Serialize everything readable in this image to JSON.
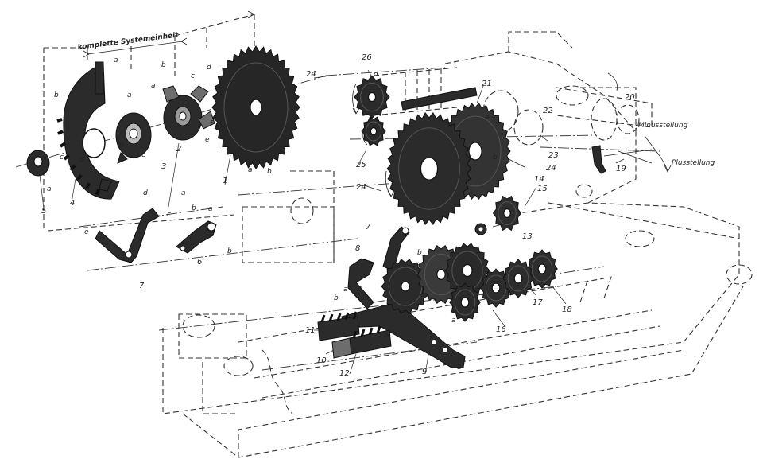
{
  "diagram": {
    "system_unit_label": "komplette Systemeinheit",
    "minus_label": "Minusstellung",
    "plus_label": "Plusstellung",
    "part_numbers": [
      "1",
      "2",
      "3",
      "4",
      "5",
      "6",
      "7",
      "8",
      "9",
      "10",
      "11",
      "12",
      "13",
      "14",
      "15",
      "16",
      "17",
      "18",
      "19",
      "20",
      "21",
      "22",
      "23",
      "24",
      "25",
      "26"
    ],
    "sub_letters": [
      "a",
      "b",
      "c",
      "d",
      "e",
      "f"
    ]
  }
}
